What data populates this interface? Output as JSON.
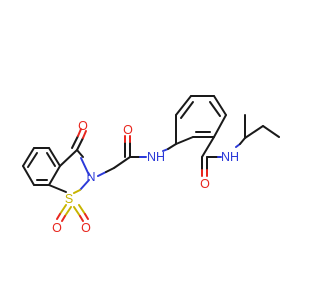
{
  "molecule": {
    "atom_labels": {
      "o_ketone": "O",
      "s_sulfonyl": "S",
      "o_sulfonyl_left": "O",
      "o_sulfonyl_right": "O",
      "o_acetamide": "O",
      "nh_acetamide": "NH",
      "o_benzamide": "O",
      "nh_benzamide": "NH",
      "n_ring": "N"
    },
    "colors": {
      "bond": "#1a1a1a",
      "oxygen": "#e8271f",
      "nitrogen": "#2c3ad8",
      "sulfur": "#c8b400"
    }
  }
}
